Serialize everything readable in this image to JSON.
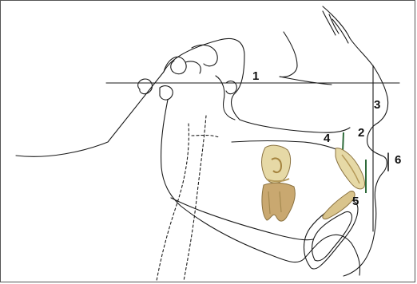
{
  "figure": {
    "labels": {
      "l1": "1",
      "l2": "2",
      "l3": "3",
      "l4": "4",
      "l5": "5",
      "l6": "6"
    }
  },
  "colors": {
    "outline": "#1a1a1a",
    "marker_green": "#2d6a3a",
    "tooth_crown": "#e6d9a6",
    "tooth_shadow": "#b59a5a",
    "tooth_root": "#c9a870"
  },
  "icons": [
    "skull-outline",
    "molar-tooth-image",
    "incisor-tooth-image"
  ]
}
